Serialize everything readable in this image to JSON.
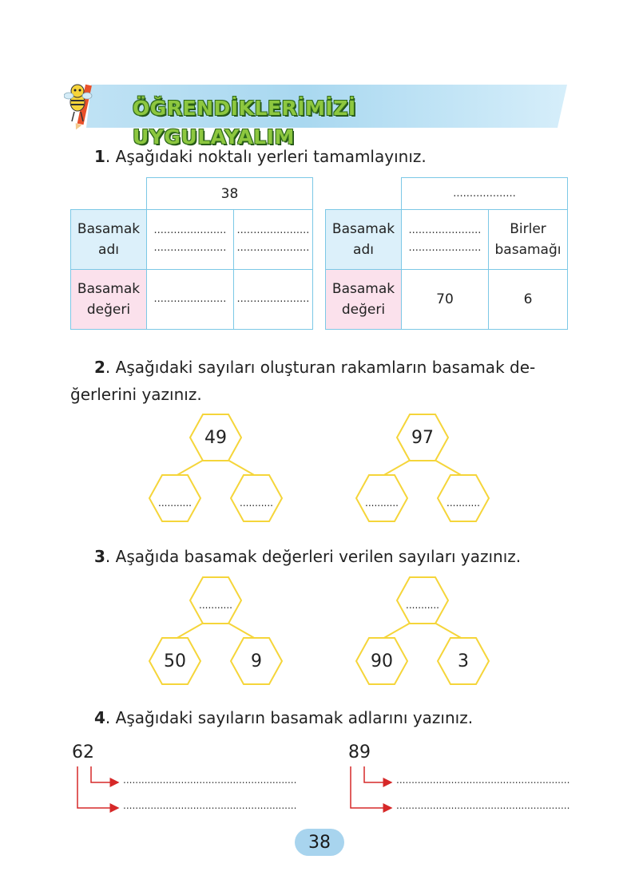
{
  "header": {
    "title": "ÖĞRENDİKLERİMİZİ UYGULAYALIM",
    "mascot_icon": "bee-pencil-icon"
  },
  "q1": {
    "number": "1",
    "text": ". Aşağıdaki noktalı yerleri tamamlayınız.",
    "left_table": {
      "top_value": "38",
      "row1_label": "Basamak adı",
      "row1_cells": [
        "......................",
        "......................"
      ],
      "row1_cells_b": [
        "......................",
        "......................"
      ],
      "row2_label": "Basamak değeri",
      "row2_cells": [
        "......................",
        "......................"
      ]
    },
    "right_table": {
      "top_value": "...................",
      "row1_label": "Basamak adı",
      "row1_cell1": "......................",
      "row1_cell1_b": "......................",
      "row1_cell2": "Birler basamağı",
      "row2_label": "Basamak değeri",
      "row2_cells": [
        "70",
        "6"
      ]
    }
  },
  "q2": {
    "number": "2",
    "text_line1": ". Aşağıdaki sayıları oluşturan rakamların basamak de-",
    "text_line2": "ğerlerini yazınız.",
    "trees": [
      {
        "top": "49",
        "left": "...........",
        "right": "..........."
      },
      {
        "top": "97",
        "left": "...........",
        "right": "..........."
      }
    ]
  },
  "q3": {
    "number": "3",
    "text": ". Aşağıda basamak değerleri verilen sayıları yazınız.",
    "trees": [
      {
        "top": "...........",
        "left": "50",
        "right": "9"
      },
      {
        "top": "...........",
        "left": "90",
        "right": "3"
      }
    ]
  },
  "q4": {
    "number": "4",
    "text": ". Aşağıdaki sayıların basamak adlarını yazınız.",
    "items": [
      {
        "value": "62",
        "line1": ".........................................................",
        "line2": "........................................................."
      },
      {
        "value": "89",
        "line1": ".........................................................",
        "line2": "........................................................."
      }
    ]
  },
  "footer": {
    "page_number": "38"
  },
  "colors": {
    "banner": "#a9d8f0",
    "title_green": "#8dc73f",
    "table_border": "#7cc8e6",
    "label_blue": "#dcf0fa",
    "label_pink": "#fbe1ec",
    "hex_yellow": "#f5d53a",
    "arrow_red": "#d62828",
    "page_pill": "#a8d4ee"
  }
}
